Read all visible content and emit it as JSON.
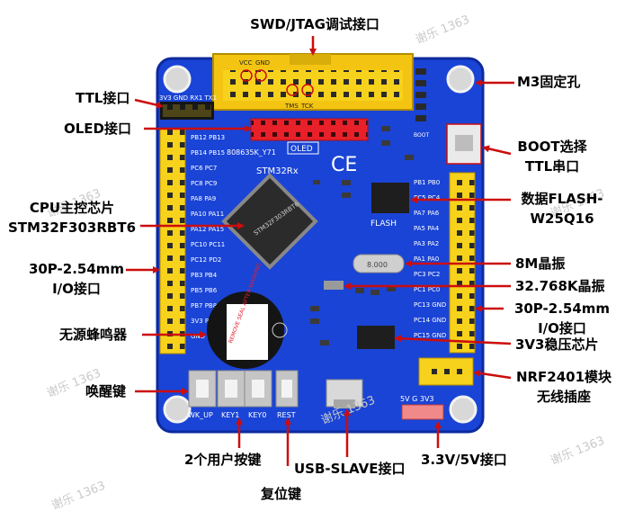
{
  "board": {
    "silk_title": "808635K_Y71",
    "silk_model": "STM32Rx",
    "silk_oled": "OLED",
    "silk_flash": "FLASH",
    "ttl_pins": "3V3 GND RX1 TX1",
    "vcc": "VCC",
    "gnd": "GND",
    "tms": "TMS",
    "tck": "TCK",
    "chip_text": "STM32F303RBT6",
    "crystal_text": "8.000",
    "buzzer_text": "REMOVE SEAL AFTER WASHING",
    "btn_wkup": "WK_UP",
    "btn_key1": "KEY1",
    "btn_key0": "KEY0",
    "btn_rest": "REST",
    "pwr_header": "5V  G  3V3",
    "boot_text": "BOOT",
    "ce_text": "CE"
  },
  "labels": {
    "swd": "SWD/JTAG调试接口",
    "ttl": "TTL接口",
    "m3": "M3固定孔",
    "oled": "OLED接口",
    "boot_1": "BOOT选择",
    "boot_2": "TTL串口",
    "cpu_1": "CPU主控芯片",
    "cpu_2": "STM32F303RBT6",
    "flash_1": "数据FLASH-",
    "flash_2": "W25Q16",
    "io_left_1": "30P-2.54mm",
    "io_left_2": "I/O接口",
    "osc8": "8M晶振",
    "osc32": "32.768K晶振",
    "io_right_1": "30P-2.54mm",
    "io_right_2": "I/O接口",
    "buzzer": "无源蜂鸣器",
    "ldo": "3V3稳压芯片",
    "wakeup": "唤醒键",
    "nrf_1": "NRF2401模块",
    "nrf_2": "无线插座",
    "user_keys": "2个用户按键",
    "reset": "复位键",
    "usb": "USB-SLAVE接口",
    "pwr": "3.3V/5V接口"
  },
  "watermark": "谢乐 1363",
  "colors": {
    "pcb": "#1a44d6",
    "pcb_edge": "#0d2a9e",
    "header_yellow": "#f6d21c",
    "arrow": "#cc0d0d",
    "oled_header": "#e8202a"
  }
}
